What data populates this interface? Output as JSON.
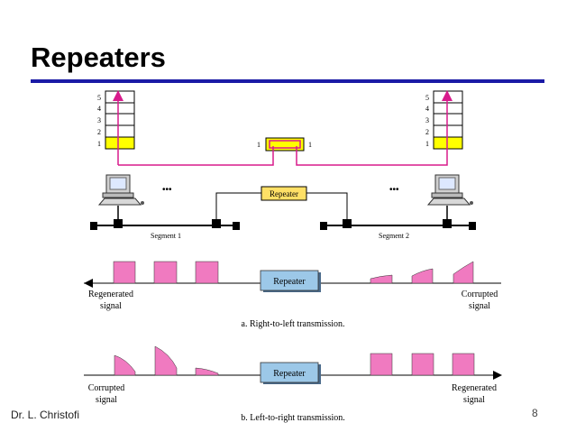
{
  "slide": {
    "title": "Repeaters",
    "footer_author": "Dr. L. Christofi",
    "page_number": "8"
  },
  "diagram": {
    "layer_numbers": [
      "5",
      "4",
      "3",
      "2",
      "1"
    ],
    "repeater_port_left": "1",
    "repeater_port_right": "1",
    "repeater_label": "Repeater",
    "ellipsis": "•••",
    "segment1_label": "Segment 1",
    "segment2_label": "Segment 2",
    "a": {
      "repeater_label": "Repeater",
      "left_label_line1": "Regenerated",
      "left_label_line2": "signal",
      "right_label_line1": "Corrupted",
      "right_label_line2": "signal",
      "caption": "a. Right-to-left transmission."
    },
    "b": {
      "repeater_label": "Repeater",
      "left_label_line1": "Corrupted",
      "left_label_line2": "signal",
      "right_label_line1": "Regenerated",
      "right_label_line2": "signal",
      "caption": "b. Left-to-right transmission."
    },
    "colors": {
      "signal_pink": "#f07ac0",
      "path_magenta": "#d81b8c",
      "layer_highlight": "#ffff00",
      "repeater_box": "#ffe066",
      "repeater_signal_box": "#9cc8e8",
      "title_rule": "#1a1aa6"
    }
  }
}
